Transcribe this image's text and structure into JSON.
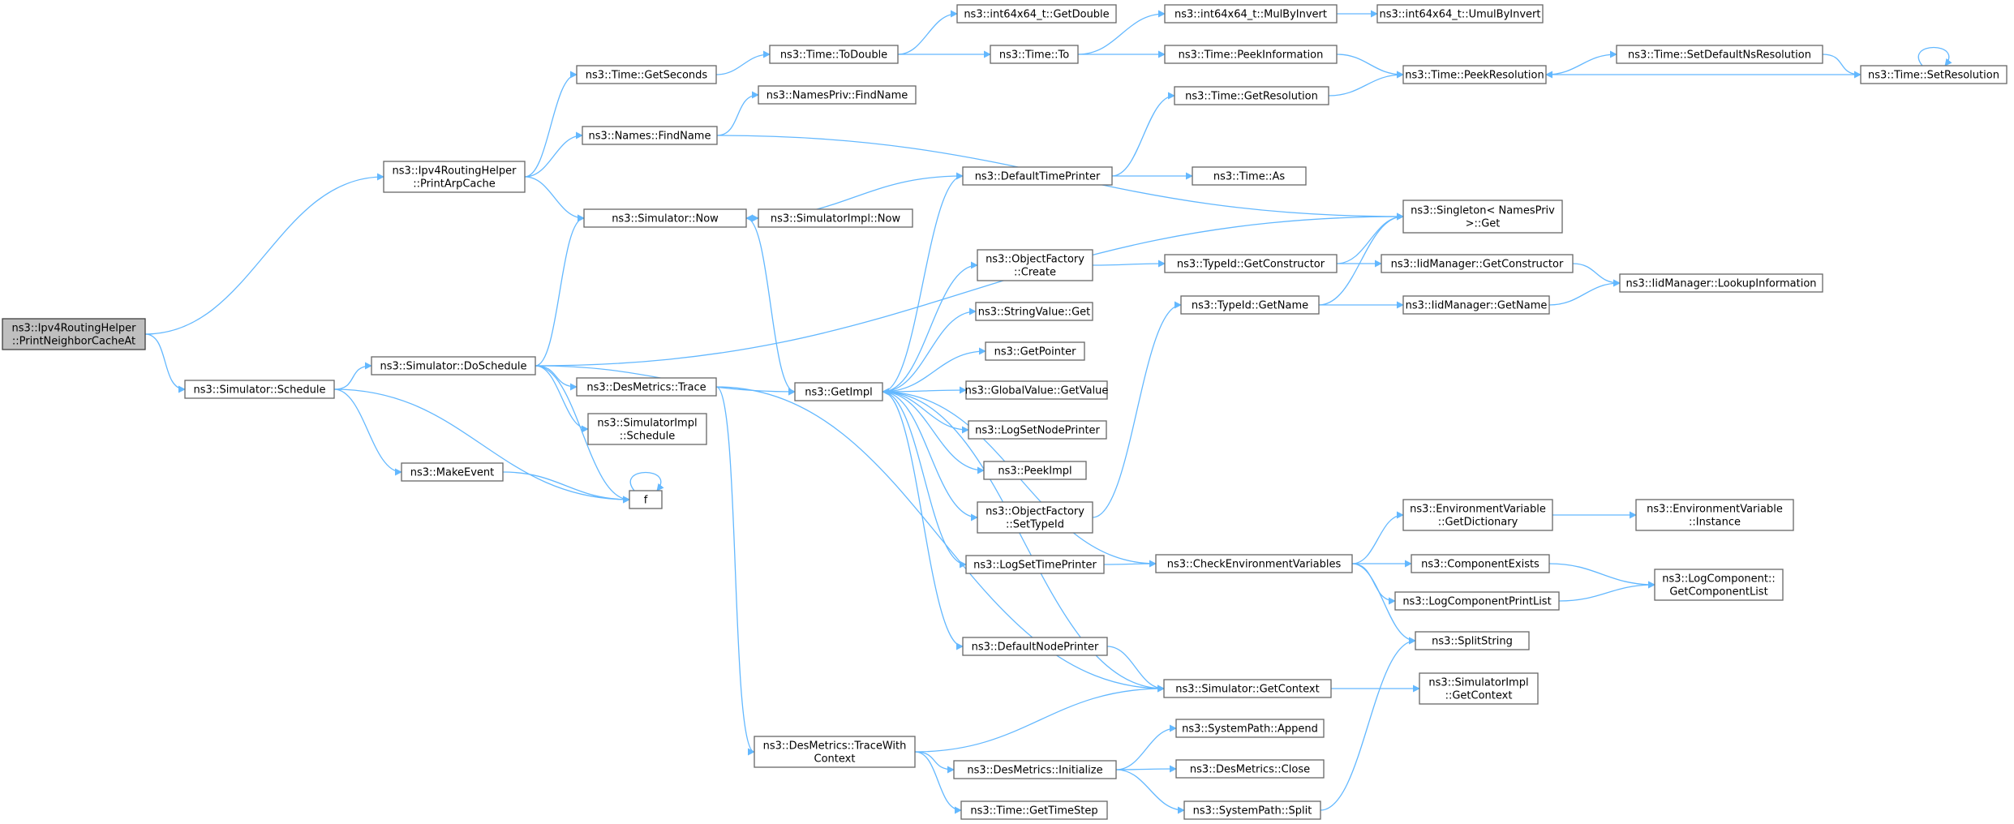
{
  "colors": {
    "edge": "#63b8ff",
    "root_fill": "#bfbfbf",
    "node_fill": "#ffffff",
    "border": "#666666"
  },
  "graph": {
    "root": "PrintNeighborCacheAt",
    "nodes": {
      "PrintNeighborCacheAt": [
        "ns3::Ipv4RoutingHelper",
        "::PrintNeighborCacheAt"
      ],
      "PrintArpCache": [
        "ns3::Ipv4RoutingHelper",
        "::PrintArpCache"
      ],
      "Schedule": [
        "ns3::Simulator::Schedule"
      ],
      "DoSchedule": [
        "ns3::Simulator::DoSchedule"
      ],
      "MakeEvent": [
        "ns3::MakeEvent"
      ],
      "f": [
        "f"
      ],
      "TimeGetSeconds": [
        "ns3::Time::GetSeconds"
      ],
      "NamesFindName": [
        "ns3::Names::FindName"
      ],
      "SimNow": [
        "ns3::Simulator::Now"
      ],
      "DesTrace": [
        "ns3::DesMetrics::Trace"
      ],
      "SimImplSchedule": [
        "ns3::SimulatorImpl",
        "::Schedule"
      ],
      "TimeToDouble": [
        "ns3::Time::ToDouble"
      ],
      "NamesPrivFindName": [
        "ns3::NamesPriv::FindName"
      ],
      "SimImplNow": [
        "ns3::SimulatorImpl::Now"
      ],
      "GetImpl": [
        "ns3::GetImpl"
      ],
      "TraceWithContext": [
        "ns3::DesMetrics::TraceWith",
        "Context"
      ],
      "IntGetDouble": [
        "ns3::int64x64_t::GetDouble"
      ],
      "TimeTo": [
        "ns3::Time::To"
      ],
      "DefaultTimePrinter": [
        "ns3::DefaultTimePrinter"
      ],
      "OFCreate": [
        "ns3::ObjectFactory",
        "::Create"
      ],
      "StringValueGet": [
        "ns3::StringValue::Get"
      ],
      "GetPointer": [
        "ns3::GetPointer"
      ],
      "GlobalValueGet": [
        "ns3::GlobalValue::GetValue"
      ],
      "LogSetNodePrinter": [
        "ns3::LogSetNodePrinter"
      ],
      "PeekImpl": [
        "ns3::PeekImpl"
      ],
      "OFSetTypeId": [
        "ns3::ObjectFactory",
        "::SetTypeId"
      ],
      "LogSetTimePrinter": [
        "ns3::LogSetTimePrinter"
      ],
      "DefaultNodePrinter": [
        "ns3::DefaultNodePrinter"
      ],
      "DesInitialize": [
        "ns3::DesMetrics::Initialize"
      ],
      "TimeGetTimeStep": [
        "ns3::Time::GetTimeStep"
      ],
      "IntMulByInvert": [
        "ns3::int64x64_t::MulByInvert"
      ],
      "TimePeekInformation": [
        "ns3::Time::PeekInformation"
      ],
      "TimeGetResolution": [
        "ns3::Time::GetResolution"
      ],
      "TimeAs": [
        "ns3::Time::As"
      ],
      "TypeIdGetConstructor": [
        "ns3::TypeId::GetConstructor"
      ],
      "TypeIdGetName": [
        "ns3::TypeId::GetName"
      ],
      "CheckEnv": [
        "ns3::CheckEnvironmentVariables"
      ],
      "SimGetContext": [
        "ns3::Simulator::GetContext"
      ],
      "SysAppend": [
        "ns3::SystemPath::Append"
      ],
      "DesClose": [
        "ns3::DesMetrics::Close"
      ],
      "SysSplit": [
        "ns3::SystemPath::Split"
      ],
      "IntUmulByInvert": [
        "ns3::int64x64_t::UmulByInvert"
      ],
      "TimePeekResolution": [
        "ns3::Time::PeekResolution"
      ],
      "SingletonGet": [
        "ns3::Singleton< NamesPriv",
        ">::Get"
      ],
      "IidGetConstructor": [
        "ns3::IidManager::GetConstructor"
      ],
      "IidGetName": [
        "ns3::IidManager::GetName"
      ],
      "EnvGetDictionary": [
        "ns3::EnvironmentVariable",
        "::GetDictionary"
      ],
      "ComponentExists": [
        "ns3::ComponentExists"
      ],
      "LogComponentPrintList": [
        "ns3::LogComponentPrintList"
      ],
      "SplitString": [
        "ns3::SplitString"
      ],
      "SimImplGetContext": [
        "ns3::SimulatorImpl",
        "::GetContext"
      ],
      "SetDefaultNsResolution": [
        "ns3::Time::SetDefaultNsResolution"
      ],
      "IidLookupInformation": [
        "ns3::IidManager::LookupInformation"
      ],
      "EnvInstance": [
        "ns3::EnvironmentVariable",
        "::Instance"
      ],
      "LogGetComponentList": [
        "ns3::LogComponent::",
        "GetComponentList"
      ],
      "TimeSetResolution": [
        "ns3::Time::SetResolution"
      ]
    },
    "edges": [
      [
        "PrintNeighborCacheAt",
        "PrintArpCache"
      ],
      [
        "PrintNeighborCacheAt",
        "Schedule"
      ],
      [
        "PrintArpCache",
        "TimeGetSeconds"
      ],
      [
        "PrintArpCache",
        "NamesFindName"
      ],
      [
        "PrintArpCache",
        "SimNow"
      ],
      [
        "Schedule",
        "DoSchedule"
      ],
      [
        "Schedule",
        "MakeEvent"
      ],
      [
        "Schedule",
        "f"
      ],
      [
        "MakeEvent",
        "f"
      ],
      [
        "f",
        "f"
      ],
      [
        "DoSchedule",
        "SimNow"
      ],
      [
        "DoSchedule",
        "SingletonGet"
      ],
      [
        "DoSchedule",
        "DesTrace"
      ],
      [
        "DoSchedule",
        "SimImplSchedule"
      ],
      [
        "DoSchedule",
        "GetImpl"
      ],
      [
        "DoSchedule",
        "f"
      ],
      [
        "TimeGetSeconds",
        "TimeToDouble"
      ],
      [
        "TimeToDouble",
        "IntGetDouble"
      ],
      [
        "TimeToDouble",
        "TimeTo"
      ],
      [
        "TimeTo",
        "IntMulByInvert"
      ],
      [
        "TimeTo",
        "TimePeekInformation"
      ],
      [
        "IntMulByInvert",
        "IntUmulByInvert"
      ],
      [
        "TimePeekInformation",
        "TimePeekResolution"
      ],
      [
        "TimePeekResolution",
        "SetDefaultNsResolution"
      ],
      [
        "SetDefaultNsResolution",
        "TimeSetResolution"
      ],
      [
        "TimeSetResolution",
        "TimePeekResolution"
      ],
      [
        "TimeSetResolution",
        "TimeSetResolution"
      ],
      [
        "NamesFindName",
        "NamesPrivFindName"
      ],
      [
        "NamesFindName",
        "SingletonGet"
      ],
      [
        "SimNow",
        "SimImplNow"
      ],
      [
        "SimNow",
        "GetImpl"
      ],
      [
        "DefaultTimePrinter",
        "SimNow"
      ],
      [
        "DefaultTimePrinter",
        "TimeGetResolution"
      ],
      [
        "DefaultTimePrinter",
        "TimeAs"
      ],
      [
        "TimeGetResolution",
        "TimePeekResolution"
      ],
      [
        "GetImpl",
        "DefaultTimePrinter"
      ],
      [
        "GetImpl",
        "OFCreate"
      ],
      [
        "GetImpl",
        "StringValueGet"
      ],
      [
        "GetImpl",
        "GetPointer"
      ],
      [
        "GetImpl",
        "GlobalValueGet"
      ],
      [
        "GetImpl",
        "LogSetNodePrinter"
      ],
      [
        "GetImpl",
        "PeekImpl"
      ],
      [
        "GetImpl",
        "OFSetTypeId"
      ],
      [
        "GetImpl",
        "LogSetTimePrinter"
      ],
      [
        "GetImpl",
        "DefaultNodePrinter"
      ],
      [
        "OFCreate",
        "TypeIdGetConstructor"
      ],
      [
        "TypeIdGetConstructor",
        "SingletonGet"
      ],
      [
        "TypeIdGetConstructor",
        "IidGetConstructor"
      ],
      [
        "IidGetConstructor",
        "IidLookupInformation"
      ],
      [
        "OFSetTypeId",
        "TypeIdGetName"
      ],
      [
        "TypeIdGetName",
        "SingletonGet"
      ],
      [
        "TypeIdGetName",
        "IidGetName"
      ],
      [
        "IidGetName",
        "IidLookupInformation"
      ],
      [
        "LogSetTimePrinter",
        "CheckEnv"
      ],
      [
        "CheckEnv",
        "GetImpl"
      ],
      [
        "CheckEnv",
        "EnvGetDictionary"
      ],
      [
        "CheckEnv",
        "ComponentExists"
      ],
      [
        "CheckEnv",
        "LogComponentPrintList"
      ],
      [
        "CheckEnv",
        "SplitString"
      ],
      [
        "EnvGetDictionary",
        "EnvInstance"
      ],
      [
        "ComponentExists",
        "LogGetComponentList"
      ],
      [
        "LogComponentPrintList",
        "LogGetComponentList"
      ],
      [
        "DefaultNodePrinter",
        "SimGetContext"
      ],
      [
        "SimGetContext",
        "GetImpl"
      ],
      [
        "SimGetContext",
        "SimImplGetContext"
      ],
      [
        "DesTrace",
        "SimGetContext"
      ],
      [
        "DesTrace",
        "TraceWithContext"
      ],
      [
        "TraceWithContext",
        "SimGetContext"
      ],
      [
        "TraceWithContext",
        "DesInitialize"
      ],
      [
        "TraceWithContext",
        "TimeGetTimeStep"
      ],
      [
        "DesInitialize",
        "SysAppend"
      ],
      [
        "DesInitialize",
        "DesClose"
      ],
      [
        "DesInitialize",
        "SysSplit"
      ],
      [
        "SysSplit",
        "SplitString"
      ]
    ]
  }
}
